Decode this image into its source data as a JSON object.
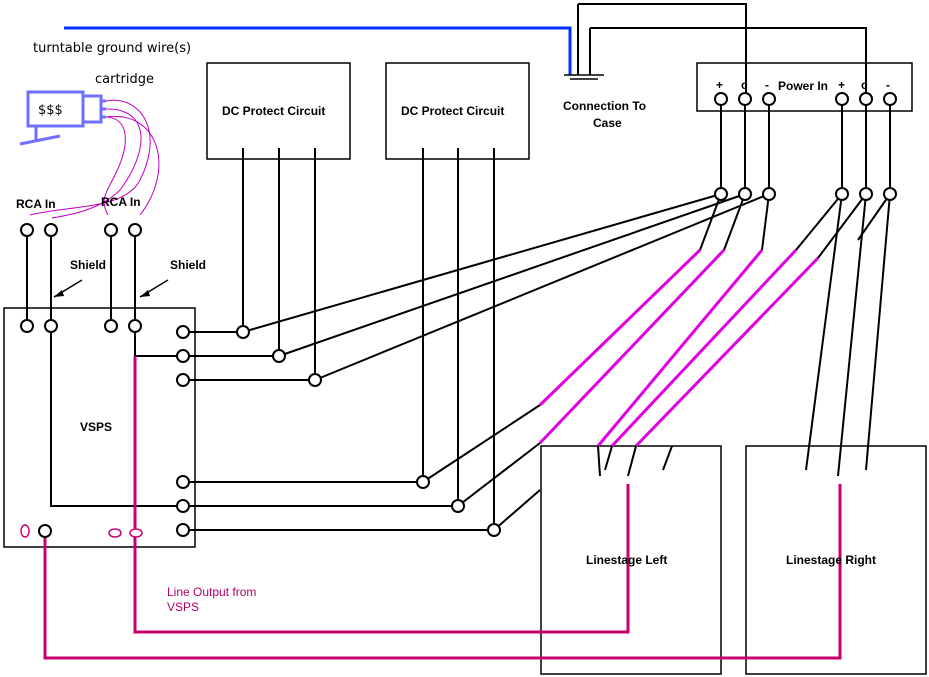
{
  "labels": {
    "ground_wire": "turntable ground wire(s)",
    "cartridge": "cartridge",
    "cartridge_body": "$$$",
    "rca_in_left": "RCA In",
    "rca_in_right": "RCA In",
    "shield_left": "Shield",
    "shield_right": "Shield",
    "vsps": "VSPS",
    "dc_protect_1": "DC Protect Circuit",
    "dc_protect_2": "DC Protect Circuit",
    "connection_to_case_line1": "Connection To",
    "connection_to_case_line2": "Case",
    "power_in": "Power In",
    "linestage_left": "Linestage Left",
    "linestage_right": "Linestage Right",
    "line_output_line1": "Line Output from",
    "line_output_line2": "VSPS"
  },
  "power_terminals": [
    "+",
    "c",
    "-",
    "+",
    "c",
    "-"
  ],
  "colors": {
    "wire": "#000000",
    "ground_wire": "#0030ff",
    "power_leads": "#e000e0",
    "signal_output": "#c8006e",
    "cartridge": "#7070ff"
  }
}
